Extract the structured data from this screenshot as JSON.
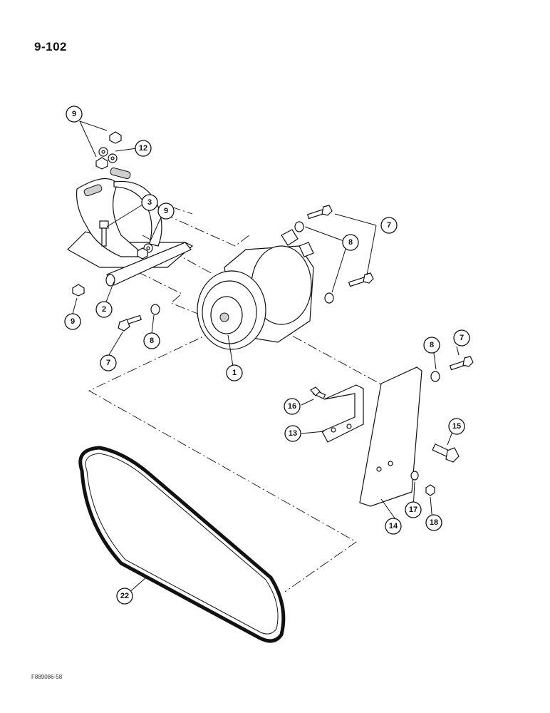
{
  "page_number": "9-102",
  "figure_code": "F889086-58",
  "callouts": {
    "c1": "1",
    "c2": "2",
    "c3": "3",
    "c7a": "7",
    "c7b": "7",
    "c7c": "7",
    "c8a": "8",
    "c8b": "8",
    "c8c": "8",
    "c9a": "9",
    "c9b": "9",
    "c9c": "9",
    "c12": "12",
    "c13": "13",
    "c14": "14",
    "c15": "15",
    "c16": "16",
    "c17": "17",
    "c18": "18",
    "c22": "22"
  }
}
